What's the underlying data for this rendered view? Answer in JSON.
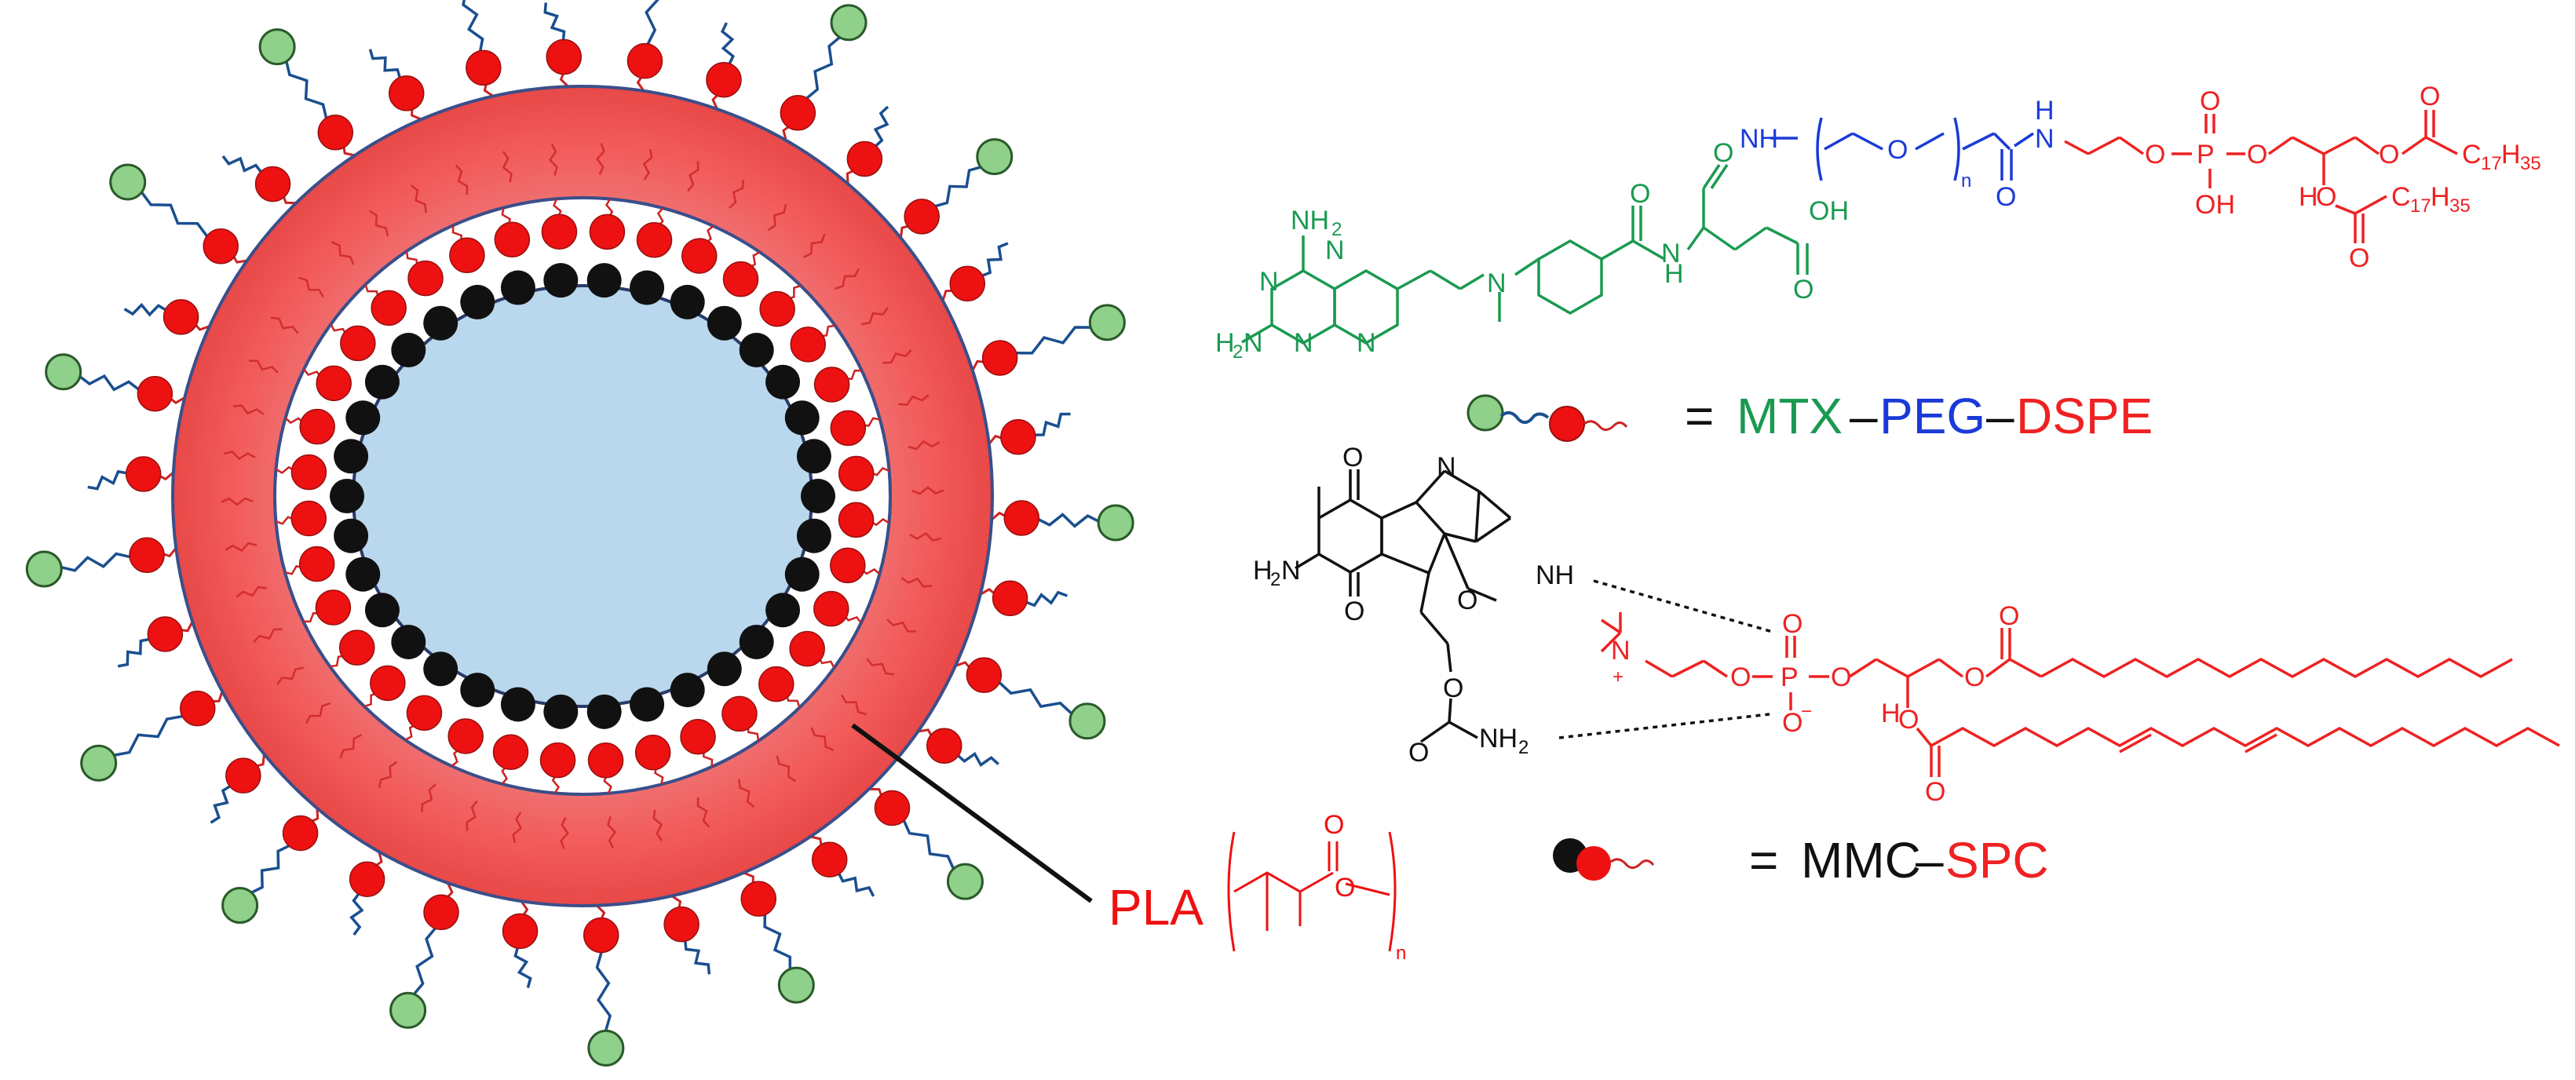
{
  "nanoparticle": {
    "shell_label": "PLA",
    "pla_subscript": "n",
    "colors": {
      "shell": "#f25a5a",
      "shell_edge": "#3a4f8a",
      "core": "#b9d8ee",
      "lipid_head": "#ee1111",
      "drug_head": "#111111",
      "mtx_head": "#8fd08a",
      "peg_tail": "#1a4f8f",
      "lipid_tail": "#cc2222"
    }
  },
  "legend": {
    "mtx_peg_dspe": {
      "equals": "=",
      "mtx": "MTX",
      "dash1": "–",
      "peg": "PEG",
      "dash2": "–",
      "dspe": "DSPE"
    },
    "mmc_spc": {
      "equals": "=",
      "mmc": "MMC",
      "dash": "–",
      "spc": "SPC"
    }
  },
  "structure_labels": {
    "mtx_peg_dspe": {
      "nh2_top": "NH",
      "nh2_top_sub": "2",
      "h2n": "H",
      "h2n_sub": "2",
      "h2n_n": "N",
      "n1": "N",
      "n2": "N",
      "n3": "N",
      "n4": "N",
      "n_methyl": "N",
      "o_amide1": "O",
      "nh_amide1": "N",
      "h_amide1": "H",
      "oh_acid": "OH",
      "o_acid": "O",
      "o_glu": "O",
      "nh_peg": "NH",
      "o_peg": "O",
      "peg_n": "n",
      "o_peg2": "O",
      "h_peg": "H",
      "n_peg2": "N",
      "o_p1": "O",
      "p": "P",
      "o_p2": "O",
      "o_p3": "O",
      "oh_p": "OH",
      "h_stereo": "H",
      "o_ester1": "O",
      "o_ester1b": "O",
      "c17h35_a": "C",
      "c17h35_a_sub1": "17",
      "c17h35_a_h": "H",
      "c17h35_a_sub2": "35",
      "o_ester2": "O",
      "o_ester2b": "O",
      "c17h35_b": "C",
      "c17h35_b_sub1": "17",
      "c17h35_b_h": "H",
      "c17h35_b_sub2": "35"
    },
    "mmc_spc": {
      "o_top": "O",
      "n_ring": "N",
      "h2n": "H",
      "h2n_sub": "2",
      "h2n_n": "N",
      "nh_aziridine": "NH",
      "o_bottom": "O",
      "o_methoxy": "O",
      "o_carbamate": "O",
      "o_carbamate2": "O",
      "nh2": "NH",
      "nh2_sub": "2",
      "n_plus": "N",
      "plus": "+",
      "o_choline": "O",
      "p": "P",
      "o_p1": "O",
      "o_p2": "O",
      "o_minus": "O",
      "minus": "−",
      "o_glycerol": "O",
      "o_ester1": "O",
      "h_stereo": "H",
      "o_ester2": "O",
      "o_ester2b": "O"
    }
  }
}
